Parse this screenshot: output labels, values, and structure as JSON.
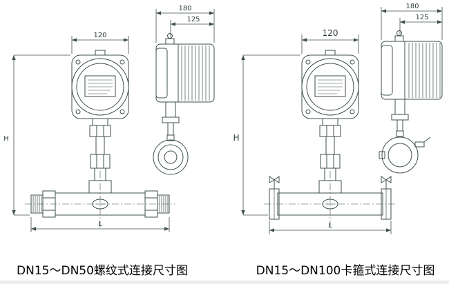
{
  "figure": {
    "colors": {
      "line": "#3e4f4e",
      "dim_text": "#2e3b3b",
      "caption": "#000000"
    },
    "left": {
      "caption": "DN15～DN50螺纹式连接尺寸图",
      "dims": {
        "width": "120",
        "depth": "180",
        "depth_partial": "125",
        "height": "H",
        "length": "L"
      }
    },
    "right": {
      "caption": "DN15～DN100卡箍式连接尺寸图",
      "dims": {
        "width": "120",
        "depth": "180",
        "depth_partial": "125",
        "height": "H",
        "length": "L"
      }
    }
  }
}
